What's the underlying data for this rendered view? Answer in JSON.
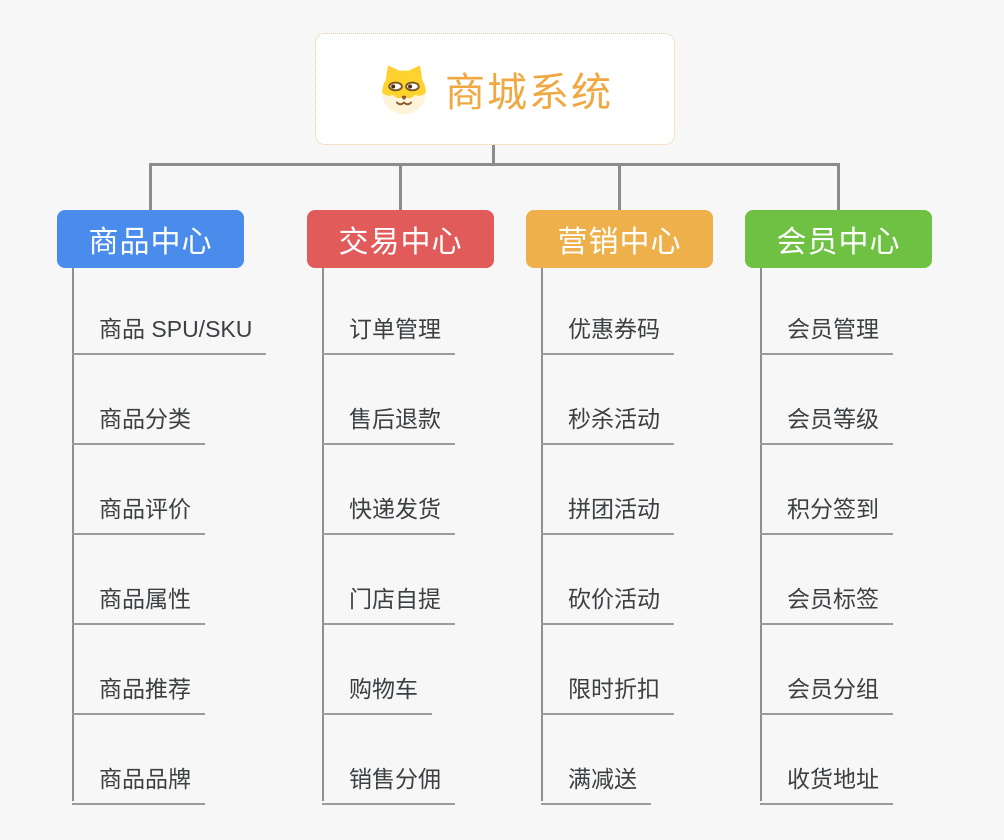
{
  "root": {
    "title": "商城系统",
    "icon": "dog-face-icon"
  },
  "branches": [
    {
      "label": "商品中心",
      "color": "#4a8ceb",
      "items": [
        "商品 SPU/SKU",
        "商品分类",
        "商品评价",
        "商品属性",
        "商品推荐",
        "商品品牌"
      ]
    },
    {
      "label": "交易中心",
      "color": "#e25b5b",
      "items": [
        "订单管理",
        "售后退款",
        "快递发货",
        "门店自提",
        "购物车",
        "销售分佣"
      ]
    },
    {
      "label": "营销中心",
      "color": "#edb04a",
      "items": [
        "优惠券码",
        "秒杀活动",
        "拼团活动",
        "砍价活动",
        "限时折扣",
        "满减送"
      ]
    },
    {
      "label": "会员中心",
      "color": "#6fc143",
      "items": [
        "会员管理",
        "会员等级",
        "积分签到",
        "会员标签",
        "会员分组",
        "收货地址"
      ]
    }
  ],
  "colors": {
    "background": "#f7f7f7",
    "connector": "#8c8c8c",
    "leaf_underline": "#9c9c9c",
    "leaf_text": "#3c4043",
    "root_border": "#f0c584",
    "root_title": "#f0a843",
    "branch_text": "#ffffff"
  }
}
